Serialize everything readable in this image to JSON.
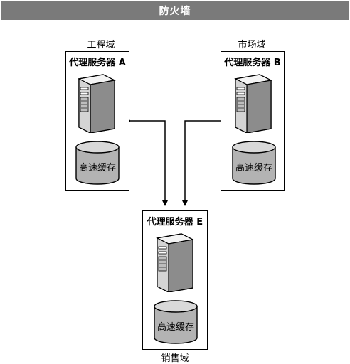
{
  "firewall": {
    "label": "防火墙"
  },
  "domains": {
    "engineering": {
      "label": "工程域",
      "server": "代理服务器 A",
      "cache": "高速缓存"
    },
    "marketing": {
      "label": "市场域",
      "server": "代理服务器 B",
      "cache": "高速缓存"
    },
    "sales": {
      "label": "销售域",
      "server": "代理服务器 E",
      "cache": "高速缓存"
    }
  },
  "colors": {
    "firewall_bar": "#7a7a7a",
    "server_tower": "#c8c8c8",
    "cache_fill": "#b3b3b3",
    "line": "#000000"
  }
}
